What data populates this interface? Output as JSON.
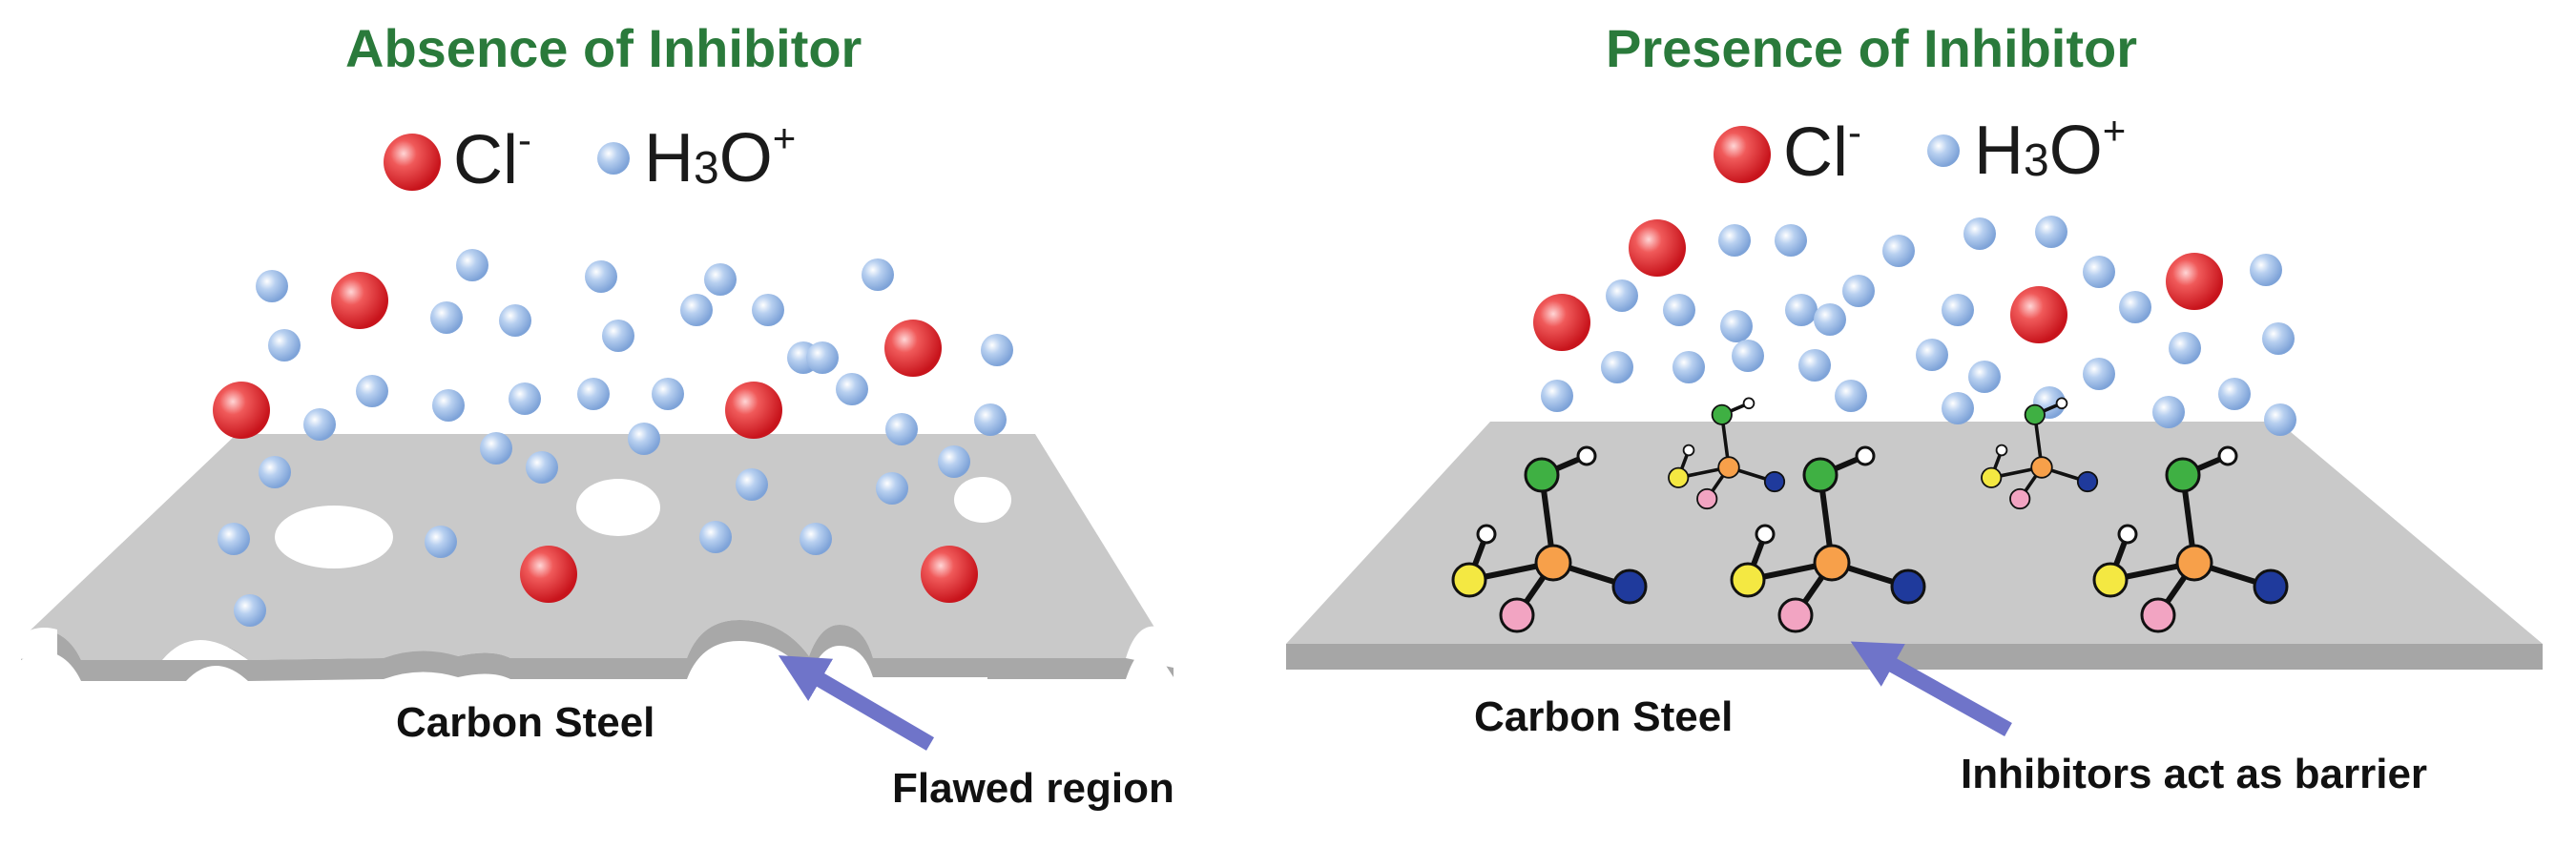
{
  "panels": [
    {
      "title": "Absence of Inhibitor",
      "legend": {
        "ion1": "Cl",
        "ion1_charge": "-",
        "ion2_a": "H",
        "ion2_sub": "3",
        "ion2_b": "O",
        "ion2_charge": "+"
      },
      "surface_label": "Carbon Steel",
      "annotation": "Flawed region"
    },
    {
      "title": "Presence of Inhibitor",
      "legend": {
        "ion1": "Cl",
        "ion1_charge": "-",
        "ion2_a": "H",
        "ion2_sub": "3",
        "ion2_b": "O",
        "ion2_charge": "+"
      },
      "surface_label": "Carbon Steel",
      "annotation": "Inhibitors act as barrier"
    }
  ],
  "colors": {
    "title": "#2a7a3b",
    "chloride": "#e0242b",
    "hydronium": "#9dbde8",
    "steel": "#c9c9c9",
    "arrow": "#6f74c9",
    "atom_green": "#3fb043",
    "atom_orange": "#f7a04a",
    "atom_yellow": "#f4e842",
    "atom_pink": "#f2a4c2",
    "atom_navy": "#1f3a9c"
  }
}
